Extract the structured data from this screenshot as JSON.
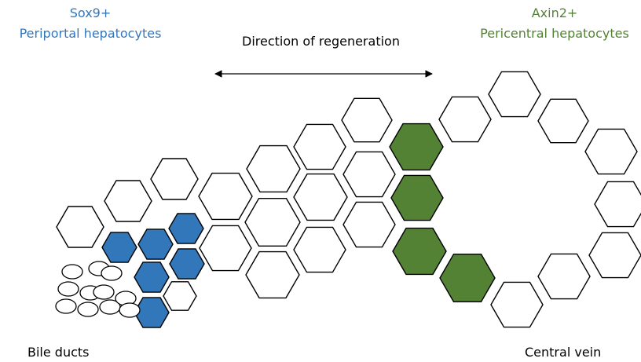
{
  "labels": {
    "sox9_line1": "Sox9+",
    "sox9_line2": "Periportal hepatocytes",
    "axin2_line1": "Axin2+",
    "axin2_line2": "Pericentral hepatocytes",
    "direction": "Direction of regeneration",
    "bile_ducts": "Bile ducts",
    "central_vein": "Central vein"
  },
  "colors": {
    "sox9": "#3377bb",
    "axin2": "#548235",
    "outline": "#000000",
    "background": "#ffffff"
  }
}
